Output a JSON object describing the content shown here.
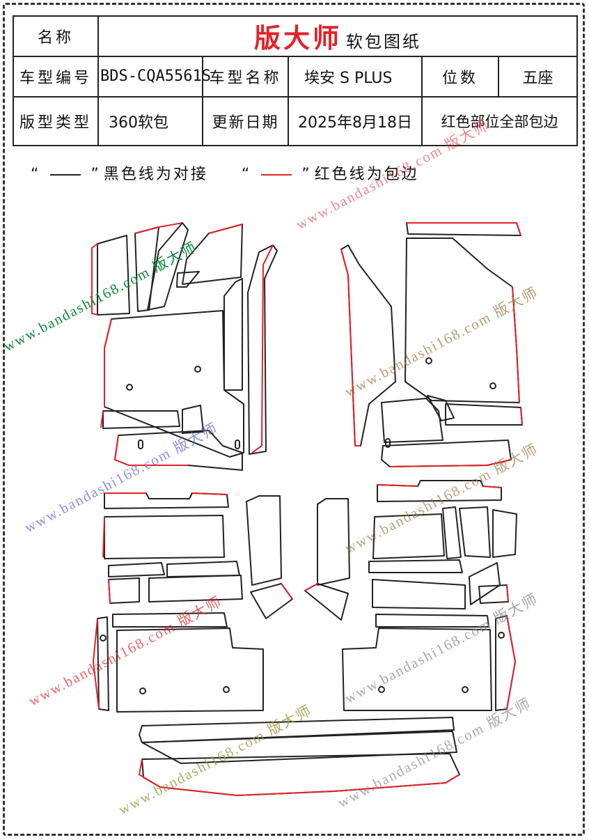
{
  "header": {
    "name_label": "名称",
    "brand": "版大师",
    "brand_sub": "软包图纸",
    "model_code_label": "车型编号",
    "model_code": "BDS-CQA5561S",
    "model_name_label": "车型名称",
    "model_name": "埃安 S PLUS",
    "seats_label": "位数",
    "seats": "五座",
    "pattern_type_label": "版型类型",
    "pattern_type": "360软包",
    "update_label": "更新日期",
    "update_date": "2025年8月18日",
    "note": "红色部位全部包边"
  },
  "legend": {
    "black_text": "黑色线为对接",
    "red_text": "红色线为包边"
  },
  "watermark": {
    "url": "www.bandashi168.com",
    "brand": "版大师"
  },
  "colors": {
    "edge_binding": "#e3222a",
    "seam": "#222222"
  }
}
